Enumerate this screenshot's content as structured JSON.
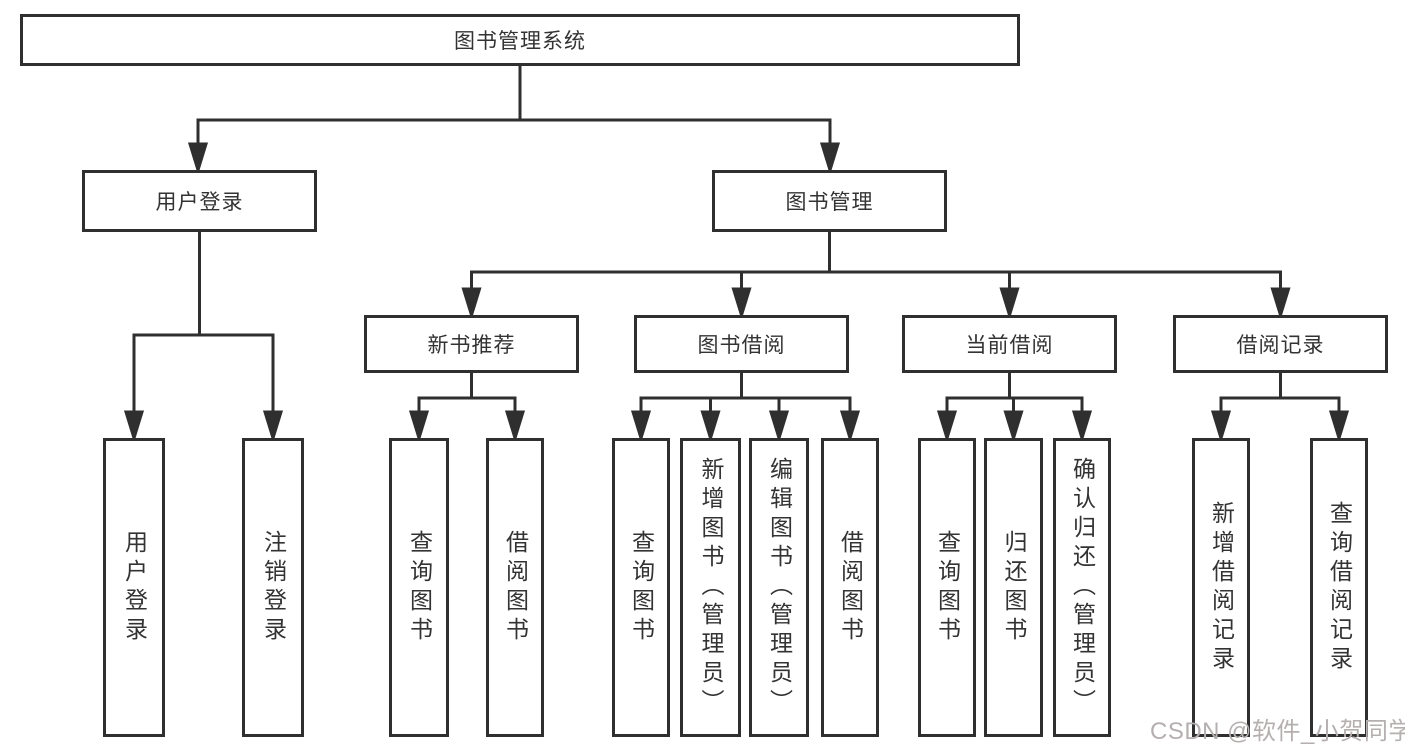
{
  "tree": {
    "root": "图书管理系统",
    "level2": [
      "用户登录",
      "图书管理"
    ],
    "level3": [
      "新书推荐",
      "图书借阅",
      "当前借阅",
      "借阅记录"
    ],
    "leaves": {
      "user_login": [
        "用户登录",
        "注销登录"
      ],
      "new_books": [
        "查询图书",
        "借阅图书"
      ],
      "book_borrow": [
        "查询图书",
        "新增图书（管理员）",
        "编辑图书（管理员）",
        "借阅图书"
      ],
      "current_borrow": [
        "查询图书",
        "归还图书",
        "确认归还（管理员）"
      ],
      "borrow_records": [
        "新增借阅记录",
        "查询借阅记录"
      ]
    }
  },
  "watermark": "CSDN @软件_小贺同学",
  "colors": {
    "line": "#2f2f2f",
    "text": "#333333",
    "watermark": "#b5afaf",
    "background": "#ffffff"
  }
}
